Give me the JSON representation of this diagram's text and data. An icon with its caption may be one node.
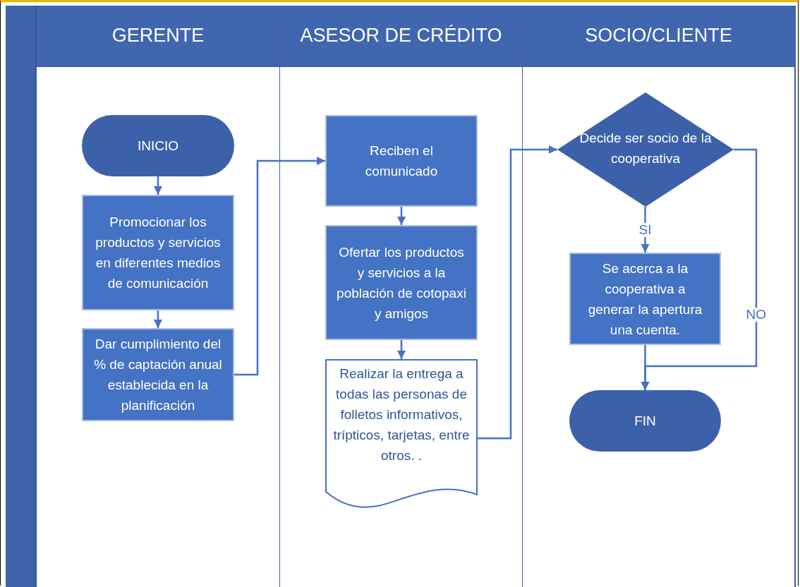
{
  "diagram": {
    "nodes": [
      {
        "text": [
          "GERENTE"
        ]
      },
      {
        "text": [
          "ASESOR DE CRÉDITO"
        ]
      },
      {
        "text": [
          "SOCIO/CLIENTE"
        ]
      },
      {
        "text": [
          "INICIO"
        ],
        "in": 0
      },
      {
        "text": [
          "Promocionar los productos y servicios en diferentes medios de comunicación"
        ],
        "in": 0
      },
      {
        "text": [
          "Dar cumplimiento del % de captación anual establecida en la planificación"
        ],
        "in": 0
      },
      {
        "text": [
          "Reciben el comunicado"
        ],
        "in": 1
      },
      {
        "text": [
          "Ofertar los productos y servicios a la población de cotopaxi y amigos"
        ],
        "in": 1
      },
      {
        "text": [
          "Realizar la entrega a todas las personas de folletos informativos, trípticos, tarjetas, entre otros. ."
        ],
        "in": 1
      },
      {
        "text": [
          "Decide ser socio de la cooperativa"
        ],
        "in": 2
      },
      {
        "text": [
          "Se acerca a la cooperativa a generar la apertura una cuenta."
        ],
        "in": 2
      },
      {
        "text": [
          "FIN"
        ],
        "in": 2
      }
    ],
    "edges": [
      {
        "from": 3,
        "to": 4,
        "arrow": "to"
      },
      {
        "from": 4,
        "to": 5,
        "arrow": "to"
      },
      {
        "from": 5,
        "to": 6,
        "arrow": "to"
      },
      {
        "from": 6,
        "to": 7,
        "arrow": "to"
      },
      {
        "from": 7,
        "to": 8,
        "arrow": "to"
      },
      {
        "from": 8,
        "to": 9,
        "arrow": "to"
      },
      {
        "from": 9,
        "to": 10,
        "label": "SI",
        "arrow": "to"
      },
      {
        "from": 9,
        "to": 11,
        "label": "NO",
        "arrow": "to"
      },
      {
        "from": 10,
        "to": 11,
        "arrow": "to"
      }
    ]
  }
}
